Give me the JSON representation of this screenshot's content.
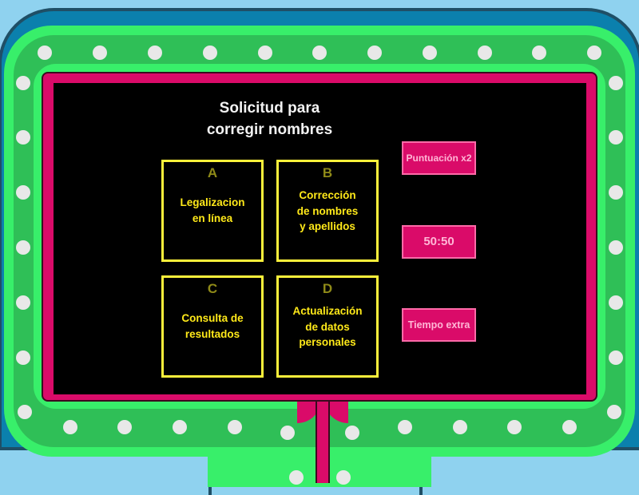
{
  "game": {
    "question": "Solicitud para corregir nombres",
    "question_lines": [
      "Solicitud para",
      "corregir nombres"
    ],
    "answers": [
      {
        "letter": "A",
        "lines": [
          "Legalizacion",
          "en línea"
        ],
        "text": "Legalizacion en línea"
      },
      {
        "letter": "B",
        "lines": [
          "Corrección",
          "de nombres",
          "y apellidos"
        ],
        "text": "Corrección de nombres y apellidos"
      },
      {
        "letter": "C",
        "lines": [
          "Consulta de",
          "resultados"
        ],
        "text": "Consulta de resultados"
      },
      {
        "letter": "D",
        "lines": [
          "Actualización",
          "de datos",
          "personales"
        ],
        "text": "Actualización de datos personales"
      }
    ],
    "powerups": [
      {
        "label": "Puntuación x2"
      },
      {
        "label": "50:50"
      },
      {
        "label": "Tiempo extra"
      }
    ]
  },
  "colors": {
    "background": "#8fd2ef",
    "frame_blue": "#0b80ad",
    "frame_green_light": "#38ef6a",
    "frame_green_dark": "#2fbf57",
    "frame_pink": "#da0b69",
    "screen": "#000000",
    "answer_border": "#fff23b",
    "answer_text": "#ffe919",
    "answer_letter": "#8f8a18",
    "powerup_text": "#ffb7d6",
    "lights": "#e8e8e8"
  }
}
